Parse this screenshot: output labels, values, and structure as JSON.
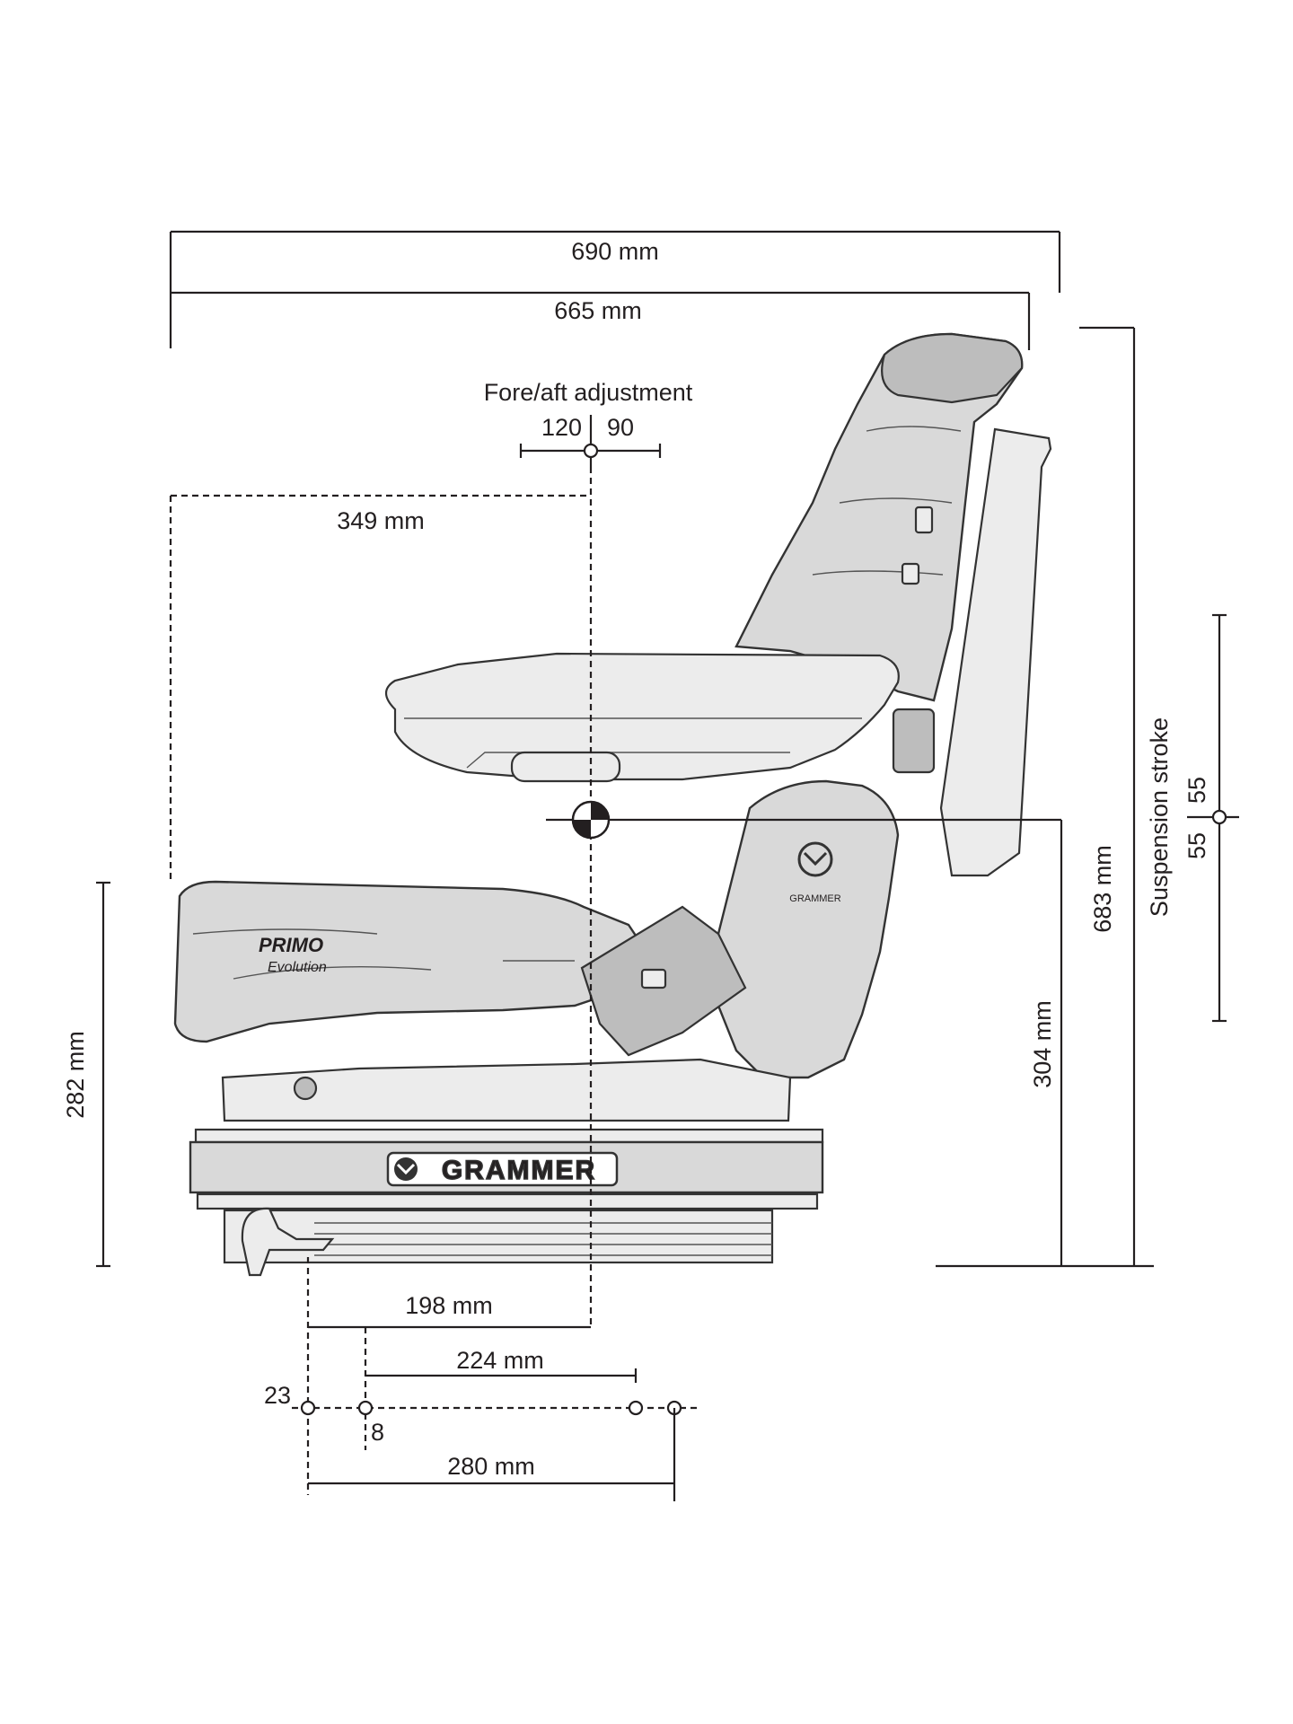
{
  "dimensions": {
    "overall_width": "690 mm",
    "backrest_depth": "665 mm",
    "fore_aft_title": "Fore/aft adjustment",
    "fore_aft_back": "120",
    "fore_aft_forward": "90",
    "cushion_depth": "349 mm",
    "total_height": "683 mm",
    "suspension_title": "Suspension stroke",
    "suspension_up": "55",
    "suspension_down": "55",
    "seat_reference_height": "304 mm",
    "base_height": "282 mm",
    "rail_to_reference": "198 mm",
    "hole_spacing_inner": "224 mm",
    "hole_offset_left": "23",
    "hole_offset_small": "8",
    "hole_spacing_outer": "280 mm"
  },
  "branding": {
    "model_line1": "PRIMO",
    "model_line2": "Evolution",
    "brand": "GRAMMER"
  },
  "icons": [
    "centre-of-gravity-icon",
    "grammer-logo-icon",
    "mounting-hole-icon"
  ]
}
